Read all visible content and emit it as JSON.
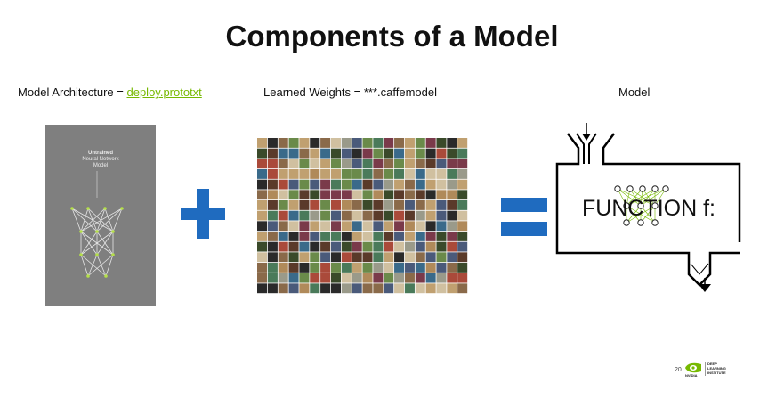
{
  "slide": {
    "title": "Components of a Model",
    "page_number": "20"
  },
  "labels": {
    "architecture_prefix": "Model Architecture = ",
    "architecture_link": "deploy.prototxt",
    "weights": "Learned Weights = ***.caffemodel",
    "model": "Model"
  },
  "architecture_panel": {
    "heading": "Untrained",
    "line1": "Neural Network",
    "line2": "Model"
  },
  "function_box": {
    "text": "FUNCTION f:"
  },
  "brand": {
    "logo_text": "NVIDIA",
    "institute_line1": "DEEP",
    "institute_line2": "LEARNING",
    "institute_line3": "INSTITUTE"
  },
  "colors": {
    "accent_green": "#76b900",
    "operator_blue": "#1f6bbf",
    "panel_gray": "#7f7f7f"
  }
}
